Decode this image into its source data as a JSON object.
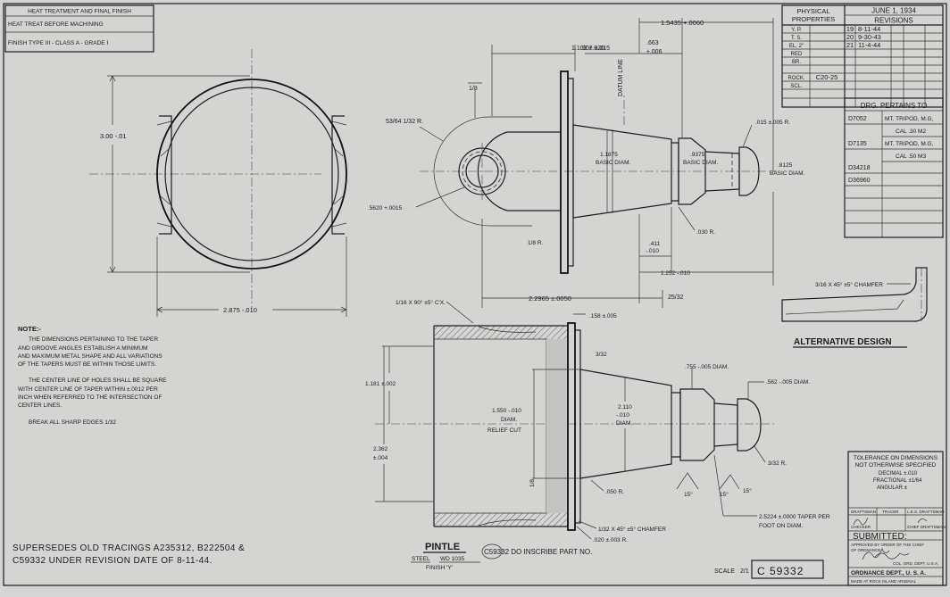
{
  "title_block_top": {
    "heat_treatment_label": "HEAT TREATMENT AND FINAL FINISH",
    "heat_treat_value": "HEAT TREAT BEFORE MACHINING",
    "finish_type": "FINISH TYPE III - CLASS A - GRADE I"
  },
  "properties": {
    "header": "PHYSICAL PROPERTIES",
    "rows": [
      {
        "label": "Y. P.",
        "value": ""
      },
      {
        "label": "T. S.",
        "value": ""
      },
      {
        "label": "EL. 2\"",
        "value": ""
      },
      {
        "label": "RED",
        "value": ""
      },
      {
        "label": "BR.",
        "value": ""
      },
      {
        "label": "ROCK.",
        "value": "C20-25"
      },
      {
        "label": "SCL.",
        "value": ""
      }
    ]
  },
  "revisions": {
    "date": "JUNE 1, 1934",
    "header": "REVISIONS",
    "rows": [
      {
        "num": "19",
        "date": "8-11-44"
      },
      {
        "num": "20",
        "date": "9-30-43"
      },
      {
        "num": "21",
        "date": "11-4-44"
      }
    ]
  },
  "pertains": {
    "header": "DRG. PERTAINS TO",
    "rows": [
      {
        "drawing": "D7052",
        "item": "MT. TRIPOD, M.G,"
      },
      {
        "drawing": "",
        "item": "CAL .30 M2"
      },
      {
        "drawing": "D7135",
        "item": "MT. TRIPOD, M.G,"
      },
      {
        "drawing": "",
        "item": "CAL .50 M3"
      },
      {
        "drawing": "D34218",
        "item": ""
      },
      {
        "drawing": "D36960",
        "item": ""
      }
    ]
  },
  "dimensions": {
    "d_1_5435": "1.5435 +.0060",
    "d_1_102": "1.102 ±.020",
    "d_902": ".902 ±.015",
    "d_663_num": ".663",
    "d_663_tol": "±.006",
    "d_1_8": "1/8",
    "d_53_64": "53/64  1/32 R.",
    "d_3_00": "3.00 -.01",
    "d_datum": "DATUM LINE",
    "d_1_1875": "1.1875",
    "d_basic1": "BASIC DIAM.",
    "d_9375": ".9375",
    "d_basic2": "BASIC DIAM.",
    "d_015": ".015 ±.005 R.",
    "d_8125": ".8125",
    "d_basic3": "BASIC DIAM.",
    "d_5620": ".5620 +.0015",
    "d_1_8R": "1/8 R.",
    "d_030R": ".030 R.",
    "d_411": ".411",
    "d_411_tol": "-.010",
    "d_1_252": "1.252 -.010",
    "d_2_875": "2.875 -.010",
    "d_2_2965": "2.2965 ±.0050",
    "d_25_32": "25/32",
    "d_cx": "1/16 X 90° ±5° C'X.",
    "d_158": ".158 ±.005",
    "d_3_32a": "3/32",
    "d_1_181": "1.181 ±.002",
    "d_755": ".755 -.005 DIAM.",
    "d_562": ".562 -.005 DIAM.",
    "d_1_550": "1.550 -.010",
    "d_diam1": "DIAM.",
    "d_relief": "RELIEF CUT",
    "d_2_110": "2.110",
    "d_2_110_tol": "-.010",
    "d_diam2": "DIAM.",
    "d_2_362": "2.362",
    "d_2_362_tol": "±.004",
    "d_3_32R": "3/32 R.",
    "d_050R": ".050 R.",
    "d_15a": "15°",
    "d_15b": "15°",
    "d_15c": "15°",
    "d_taper": "2.5224 ±.0000 TAPER PER",
    "d_taper2": "FOOT ON DIAM.",
    "d_chamfer": "1/32 X 45° ±5° CHAMFER",
    "d_020": ".020 ±.003 R.",
    "d_3_16": "1/8",
    "d_chamfer2": "3/16 X 45° ±5° CHAMFER"
  },
  "notes": {
    "heading": "NOTE:-",
    "lines": [
      "THE DIMENSIONS PERTAINING TO THE TAPER",
      "AND GROOVE ANGLES ESTABLISH A MINIMUM",
      "AND MAXIMUM METAL SHAPE AND ALL VARIATIONS",
      "OF THE TAPERS MUST BE WITHIN THOSE LIMITS.",
      "",
      "THE CENTER LINE OF HOLES SHALL BE SQUARE",
      "WITH CENTER LINE OF TAPER WITHIN ±.0012 PER",
      "INCH WHEN REFERRED TO THE INTERSECTION OF",
      "CENTER LINES.",
      "",
      "BREAK ALL SHARP EDGES 1/32"
    ]
  },
  "supersedes": [
    "SUPERSEDES OLD TRACINGS A235312, B222504 &",
    "C59332 UNDER REVISION DATE OF 8-11-44."
  ],
  "part": {
    "name": "PINTLE",
    "material_label": "STEEL",
    "material": "WD 1035",
    "finish": "FINISH 'Y'",
    "inscribe": "C59332 DO INSCRIBE PART NO."
  },
  "alt_design": "ALTERNATIVE DESIGN",
  "tolerance": {
    "heading1": "TOLERANCE ON DIMENSIONS",
    "heading2": "NOT OTHERWISE SPECIFIED",
    "decimal": "DECIMAL ±.010",
    "fractional": "FRACTIONAL ±1/64",
    "angular": "ANGULAR ±",
    "roles": [
      "DRAFTSMAN",
      "TRACER",
      "L.E.S. DRAFTSMAN"
    ],
    "checker": "CHECKER",
    "chief": "CHIEF DRAFTSMAN",
    "submitted": "SUBMITTED:",
    "approved": "APPROVED BY ORDER OF THE CHIEF",
    "approved2": "OF ORDNANCE",
    "signer": "COL. ORD. DEPT. U.S.A.",
    "dept": "ORDNANCE DEPT., U. S. A.",
    "arsenal": "MADE AT ROCK ISLAND ARSENAL"
  },
  "drawing_no": {
    "scale_label": "SCALE",
    "scale_value": "2/1",
    "number": "C 59332"
  }
}
